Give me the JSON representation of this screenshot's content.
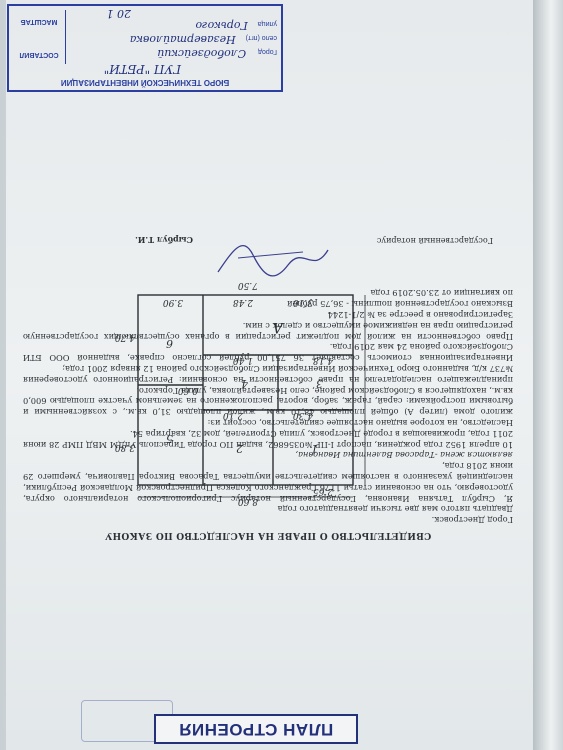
{
  "plan_title": "ПЛАН СТРОЕНИЯ",
  "certificate": {
    "heading": "СВИДЕТЕЛЬСТВО О ПРАВЕ НА НАСЛЕДСТВО ПО ЗАКОНУ",
    "city": "Город Днестровск.",
    "date_line": "Двадцать пятого мая две тысячи девятнадцатого года",
    "paragraphs": [
      "Я, Сырбул Татьяна Ивановна, Государственный нотариус Григориопольского нотариального округа, удостоверяю, что на основании статьи 1176 Гражданского Кодекса Приднестровской Молдавской Республики, наследницей указанного в настоящем свидетельстве имущества Тарасова Виктора Павловича, умершего 29 июня 2018 года,",
      "являются жена -Тарасова Валентина Ивановна,",
      "10 апреля 1952 года рождения, паспорт I-ПР №0356862, выдан ПО города Тирасполь УпДМ МВД ПМР 28 июня 2011 года, проживающая в городе Днестровск, улица Строителей, дом 32, квартира 54.",
      "Наследство, на которое выдано настоящее свидетельство, состоит из:",
      "жилого дома (литер А) общей площадью 48,10 кв.м., жилой площадью 31,0 кв.м., с хозяйственными и бытовыми постройками: сарай, гараж, забор, ворота, расположенного на земельном участке площадью 600,0 кв.м., находящегося в Слободзейском районе, село Незавертайловка, улица Горького,",
      "принадлежащего наследодателю на праве собственности на основании: Регистрационного удостоверения №737 к/д, выданного Бюро Технической Инвентаризации Слободзейского района 12 января 2001 года;",
      "Инвентаризационная стоимость составляет 36 751,00 рублей согласно справке, выданной ООО БТИ Слободзейского района 24 мая 2019 года.",
      "Право собственности на жилой дом подлежит регистрации в органах осуществляющих государственную регистрацию прав на недвижимое имущество и сделок с ним.",
      "Зарегистрировано в реестре за № 2/1-1244",
      "Взыскано государственной пошлины - 36,75 рублей",
      "по квитанции от 23.05.2019 года"
    ],
    "signer_role": "Государственный нотариус",
    "signer_name": "Сырбул Т.И."
  },
  "bti_stamp": {
    "organization": "БЮРО ТЕХНИЧЕСКОЙ ИНВЕНТАРИЗАЦИИ",
    "header_handwritten": "ГУП \"РБТИ\"",
    "city_label": "Город",
    "city_value": "Слободзейский",
    "village_label": "село (пгт)",
    "village_value": "Незавертайловка",
    "street_label": "улица",
    "street_value": "Горького",
    "date_handwritten": "20 1",
    "compiled_label": "СОСТАВИЛ",
    "scale_label": "МАСШТАБ"
  },
  "floor_plan": {
    "dimensions": [
      "8.60",
      "7.50",
      "2.65",
      "3.80",
      "4.70",
      "4.30",
      "2.10",
      "4.18",
      "0.60",
      "1.40",
      "3.10",
      "2.48",
      "3.90"
    ],
    "rooms": [
      "1",
      "2",
      "3",
      "4",
      "5",
      "6"
    ],
    "building_letter": "А"
  }
}
